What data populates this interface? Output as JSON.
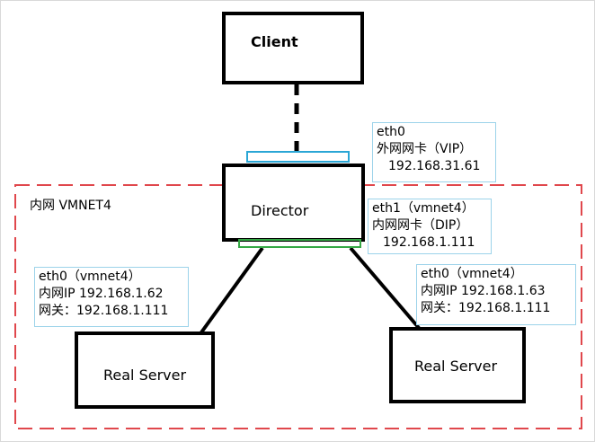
{
  "colors": {
    "network_border": "#e0474c",
    "vip_interface": "#2aa6d5",
    "dip_interface": "#35a845",
    "label_border": "#9cd3ea",
    "node_border": "#000000"
  },
  "network": {
    "label": "内网 VMNET4"
  },
  "nodes": {
    "client": "Client",
    "director": "Director",
    "real_server_left": "Real Server",
    "real_server_right": "Real Server"
  },
  "director_vip": {
    "line1": "eth0",
    "line2": "外网网卡（VIP）",
    "line3": "192.168.31.61"
  },
  "director_dip": {
    "line1": "eth1（vmnet4）",
    "line2": "内网网卡（DIP）",
    "line3": "192.168.1.111"
  },
  "real_server_left_info": {
    "line1": "eth0（vmnet4）",
    "line2": "内网IP 192.168.1.62",
    "line3": "网关：192.168.1.111"
  },
  "real_server_right_info": {
    "line1": "eth0（vmnet4）",
    "line2": "内网IP 192.168.1.63",
    "line3": "网关：192.168.1.111"
  }
}
